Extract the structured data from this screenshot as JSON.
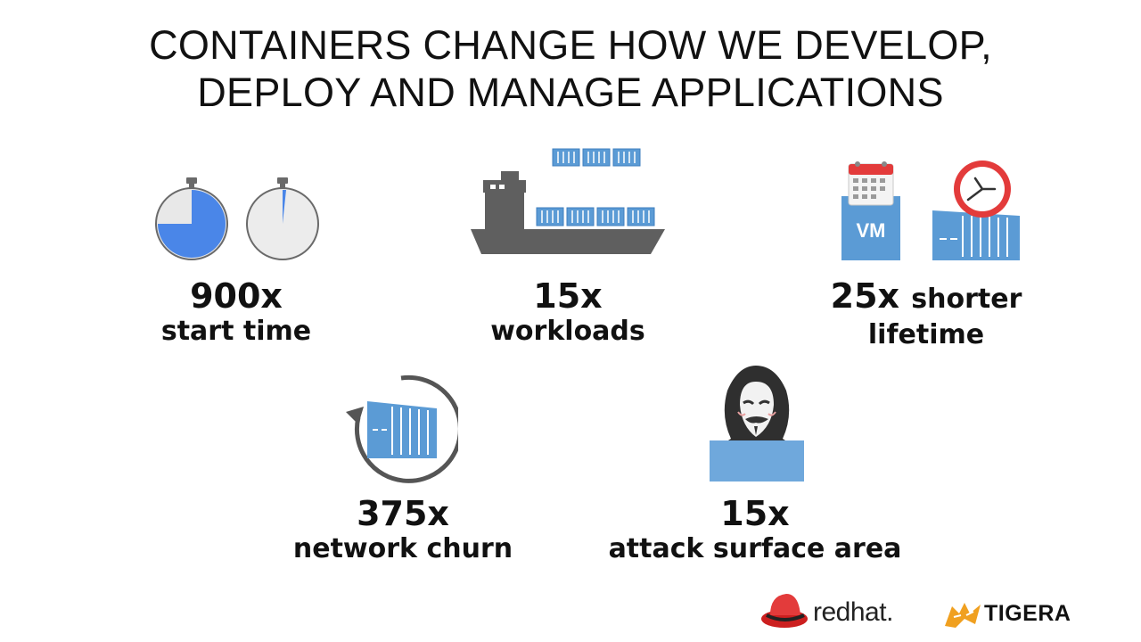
{
  "title": {
    "line1": "CONTAINERS CHANGE HOW WE DEVELOP,",
    "line2": "DEPLOY AND MANAGE APPLICATIONS"
  },
  "stats": [
    {
      "number": "900x",
      "label": "start time",
      "icon": "stopwatch-icon"
    },
    {
      "number": "15x",
      "label": "workloads",
      "icon": "container-ship-icon"
    },
    {
      "number": "25x",
      "label_inline": "shorter",
      "label": "lifetime",
      "icon": "vm-calendar-container-clock-icon"
    },
    {
      "number": "375x",
      "label": "network churn",
      "icon": "container-cycle-icon"
    },
    {
      "number": "15x",
      "label": "attack surface area",
      "icon": "hacker-icon"
    }
  ],
  "vm_label": "VM",
  "logos": {
    "redhat": "redhat.",
    "tigera": "TIGERA"
  },
  "colors": {
    "blue": "#4a86e8",
    "container_blue": "#5b9bd5",
    "gray": "#5f5f5f",
    "red": "#e33b3b",
    "tigera_orange": "#f0a020"
  }
}
